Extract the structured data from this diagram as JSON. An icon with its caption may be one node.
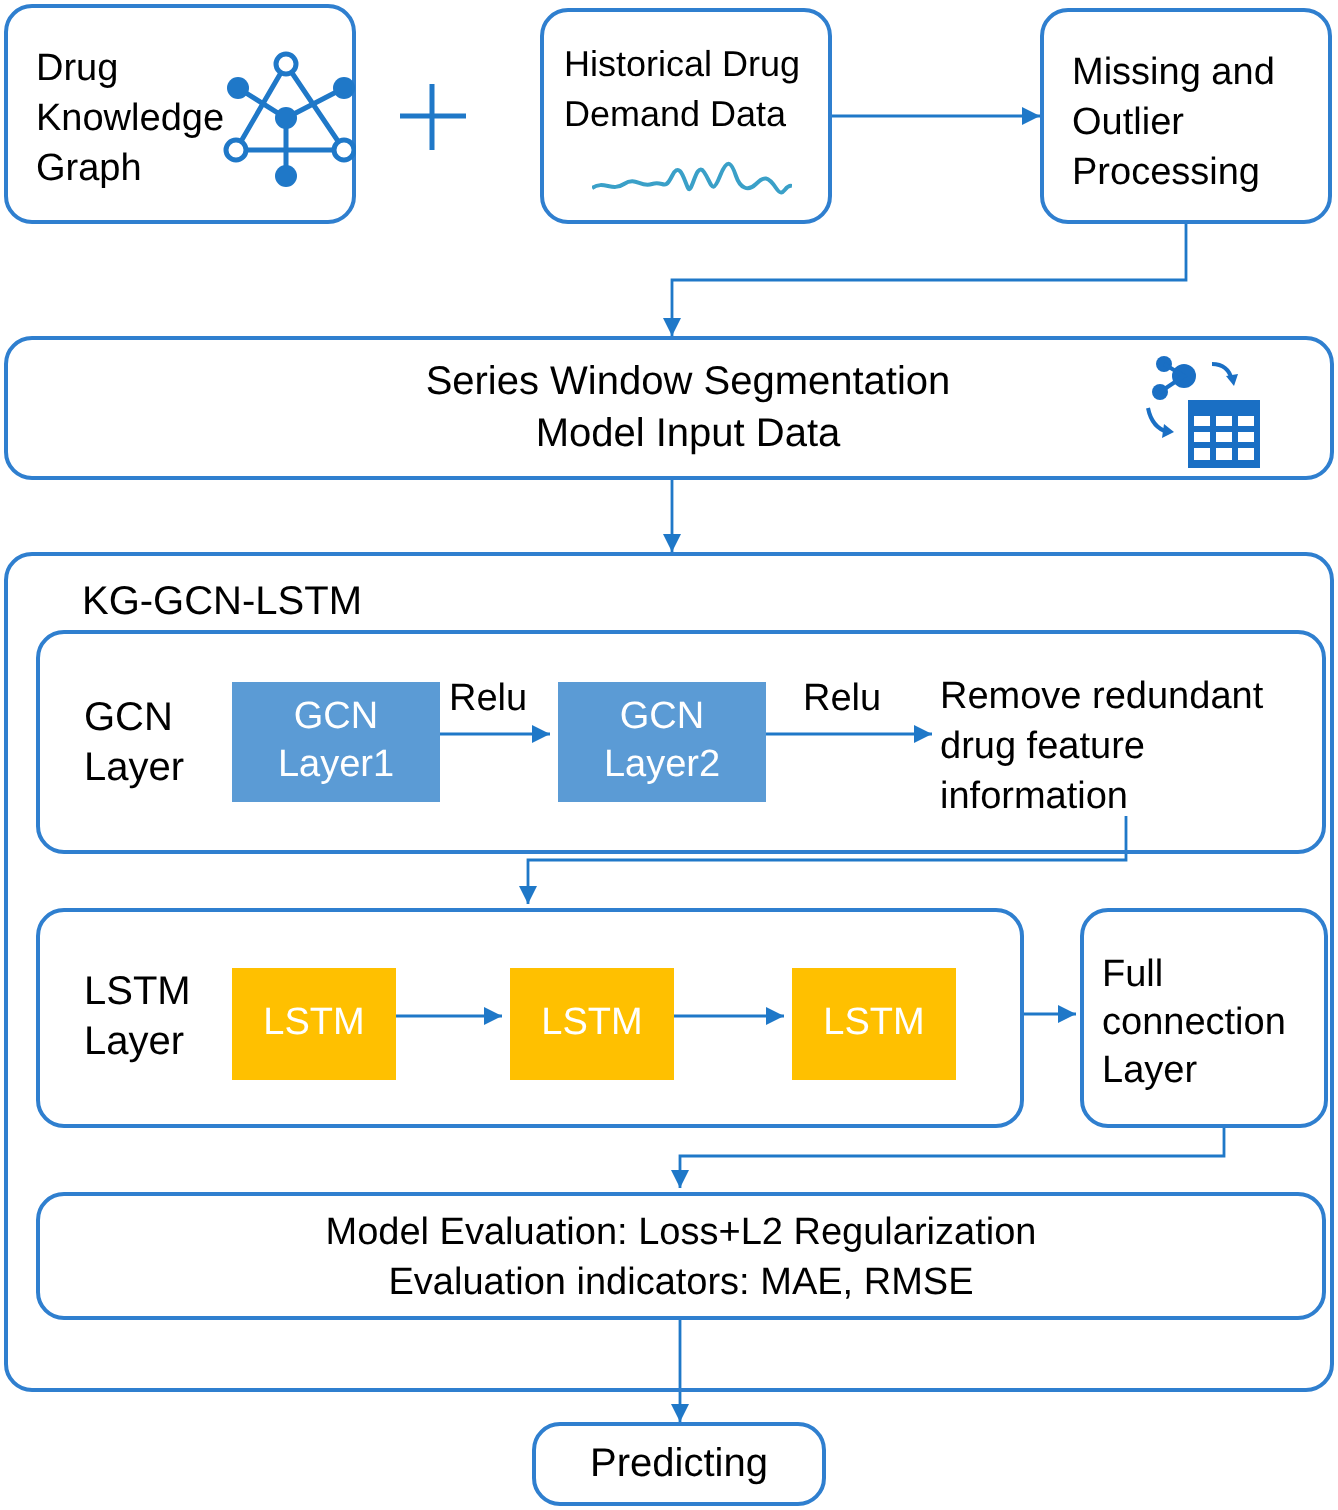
{
  "diagram": {
    "nodes": [
      {
        "text": [
          "Drug Knowledge Graph"
        ]
      },
      {
        "text": [
          "Historical Drug Demand Data"
        ]
      },
      {
        "text": [
          "Missing and Outlier Processing"
        ]
      },
      {
        "text": [
          "Series Window Segmentation",
          "Model Input Data"
        ]
      },
      {
        "text": [
          "KG-GCN-LSTM"
        ]
      },
      {
        "text": [
          "GCN Layer"
        ],
        "in": 4
      },
      {
        "text": [
          "GCN Layer1"
        ],
        "in": 5
      },
      {
        "text": [
          "GCN Layer2"
        ],
        "in": 5
      },
      {
        "text": [
          "Remove redundant drug feature information"
        ],
        "in": 5
      },
      {
        "text": [
          "LSTM Layer"
        ],
        "in": 4
      },
      {
        "text": [
          "LSTM"
        ],
        "in": 9
      },
      {
        "text": [
          "LSTM"
        ],
        "in": 9
      },
      {
        "text": [
          "LSTM"
        ],
        "in": 9
      },
      {
        "text": [
          "Full connection Layer"
        ],
        "in": 4
      },
      {
        "text": [
          "Model Evaluation: Loss+L2 Regularization",
          "Evaluation indicators: MAE, RMSE"
        ],
        "in": 4
      },
      {
        "text": [
          "Predicting"
        ]
      }
    ],
    "edges": [
      {
        "from": 1,
        "to": 2,
        "arrow": "to"
      },
      {
        "from": 2,
        "to": 3,
        "arrow": "to"
      },
      {
        "from": 3,
        "to": 4,
        "arrow": "to"
      },
      {
        "from": 6,
        "to": 7,
        "arrow": "to",
        "label": "Relu"
      },
      {
        "from": 7,
        "to": 8,
        "arrow": "to",
        "label": "Relu"
      },
      {
        "from": 8,
        "to": 9,
        "arrow": "to"
      },
      {
        "from": 10,
        "to": 11,
        "arrow": "to"
      },
      {
        "from": 11,
        "to": 12,
        "arrow": "to"
      },
      {
        "from": 9,
        "to": 13,
        "arrow": "to"
      },
      {
        "from": 13,
        "to": 14,
        "arrow": "to"
      },
      {
        "from": 14,
        "to": 15,
        "arrow": "to"
      }
    ]
  }
}
